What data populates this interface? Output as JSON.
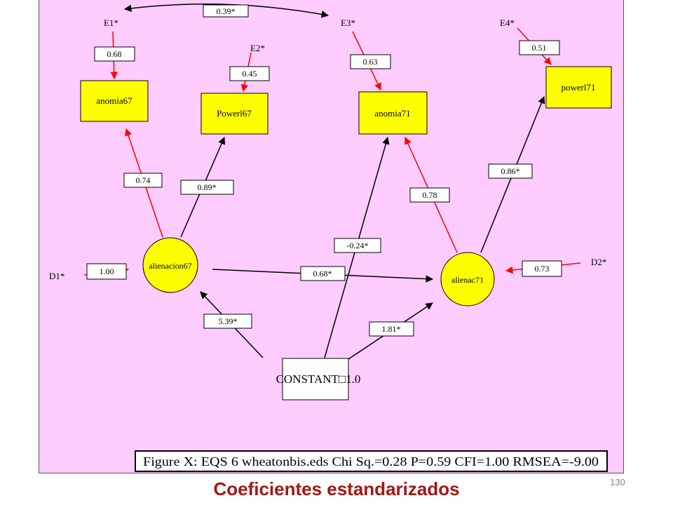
{
  "diagram": {
    "node_fill": "#ffff00",
    "canvas_bg": "#ffccff",
    "error_color": "#ff0000",
    "observed": {
      "anomia67": "anomia67",
      "power67": "Powerl67",
      "anomia71": "anomia71",
      "power71": "powerl71"
    },
    "latent": {
      "alienacion67": "alienacion67",
      "alienac71": "alienac71"
    },
    "constant": "CONSTANT□1.0",
    "errors": {
      "E1": "E1*",
      "E2": "E2*",
      "E3": "E3*",
      "E4": "E4*",
      "D1": "D1*",
      "D2": "D2*"
    },
    "coefficients": {
      "cov_e1_e3": "0.39*",
      "e1_anomia67": "0.68",
      "e2_power67": "0.45",
      "e3_anomia71": "0.63",
      "e4_power71": "0.51",
      "alien67_anomia67": "0.74",
      "alien67_power67": "0.89*",
      "alien71_anomia71": "0.78",
      "alien71_power71": "0.86*",
      "const_anomia71": "-0.24*",
      "d1_alien67": "1.00",
      "alien67_alien71": "0.68*",
      "d2_alien71": "0.73",
      "const_alien67": "5.39*",
      "const_alien71": "1.81*"
    },
    "fit_caption": "Figure X: EQS 6 wheatonbis.eds Chi Sq.=0.28 P=0.59 CFI=1.00 RMSEA=-9.00"
  },
  "footer": {
    "title": "Coeficientes estandarizados",
    "slide_number": "130"
  }
}
